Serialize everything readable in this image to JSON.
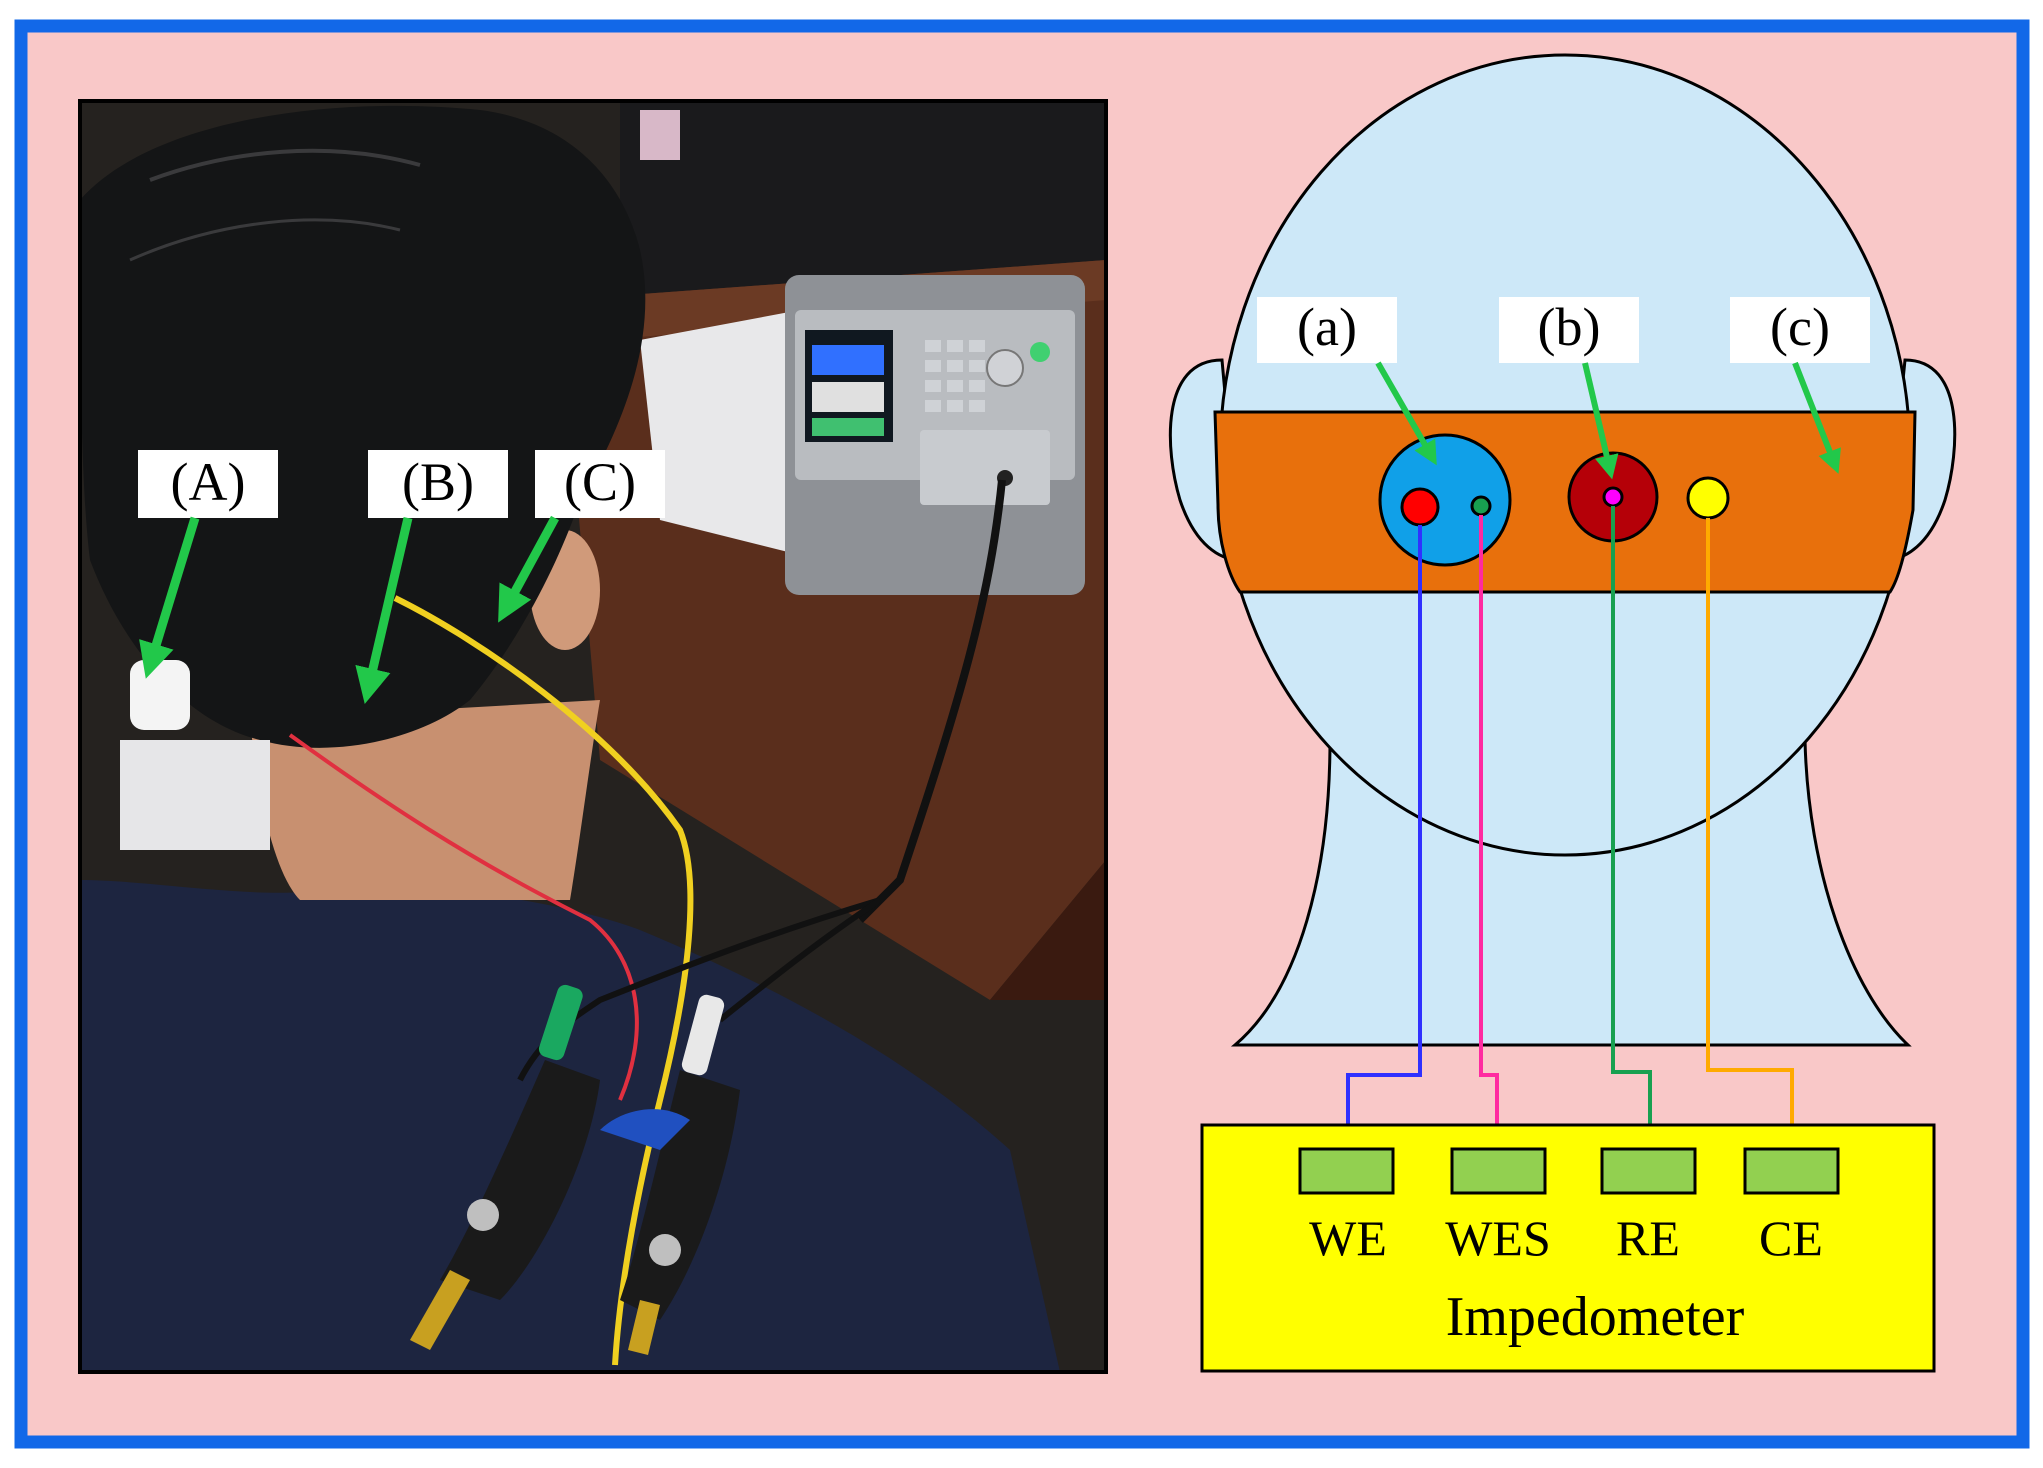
{
  "colors": {
    "frame": "#1268e8",
    "background": "#f9c8c8",
    "photo_bg": "#1e1c1d",
    "head_fill": "#cde8f8",
    "band": "#e8700c",
    "electrode_a": "#10a0e8",
    "electrode_b": "#b50008",
    "arrow": "#22c84a",
    "meter": "#ffff00",
    "port": "#92d050",
    "wire_we": "#3030ff",
    "wire_wes": "#ff2aa0",
    "wire_re": "#18a050",
    "wire_ce": "#ffaa00"
  },
  "photo": {
    "labels": {
      "A": "(A)",
      "B": "(B)",
      "C": "(C)"
    }
  },
  "schematic": {
    "labels": {
      "a": "(a)",
      "b": "(b)",
      "c": "(c)"
    },
    "ports": {
      "we": "WE",
      "wes": "WES",
      "re": "RE",
      "ce": "CE"
    },
    "meter_label": "Impedometer"
  }
}
